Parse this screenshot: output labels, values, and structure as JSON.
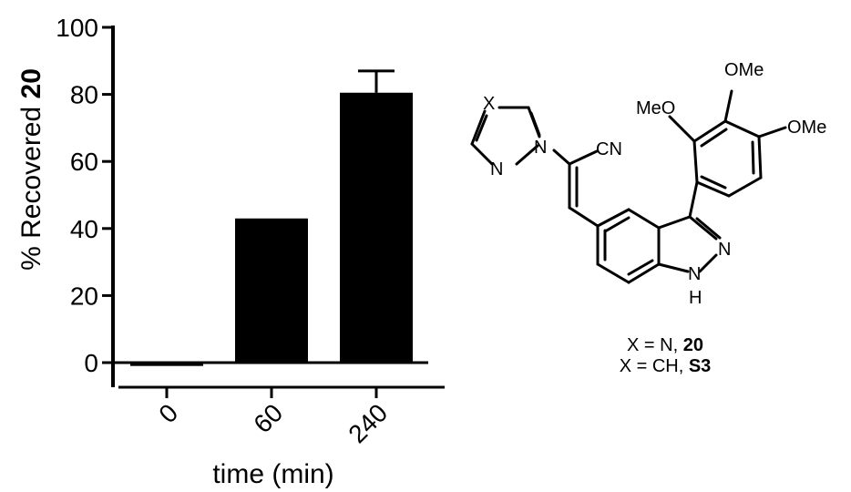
{
  "chart_data": {
    "type": "bar",
    "categories": [
      "0",
      "60",
      "240"
    ],
    "values": [
      -1,
      43,
      80.5
    ],
    "errors": [
      0,
      0,
      6.5
    ],
    "ylabel_prefix": "% Recovered ",
    "ylabel_bold": "20",
    "xlabel": "time (min)",
    "ylim": [
      0,
      100
    ],
    "yticks": [
      "0",
      "20",
      "40",
      "60",
      "80",
      "100"
    ],
    "bar_color": "#000000"
  },
  "structure": {
    "atom_x": "X",
    "atom_n1": "N",
    "atom_n2": "N",
    "cn": "CN",
    "ome_top": "OMe",
    "meo_left": "MeO",
    "ome_right": "OMe",
    "indazole_n": "N",
    "indazole_nh_n": "N",
    "indazole_h": "H"
  },
  "caption": {
    "line1_prefix": "X = N, ",
    "line1_bold": "20",
    "line2_prefix": "X = CH, ",
    "line2_bold": "S3"
  }
}
